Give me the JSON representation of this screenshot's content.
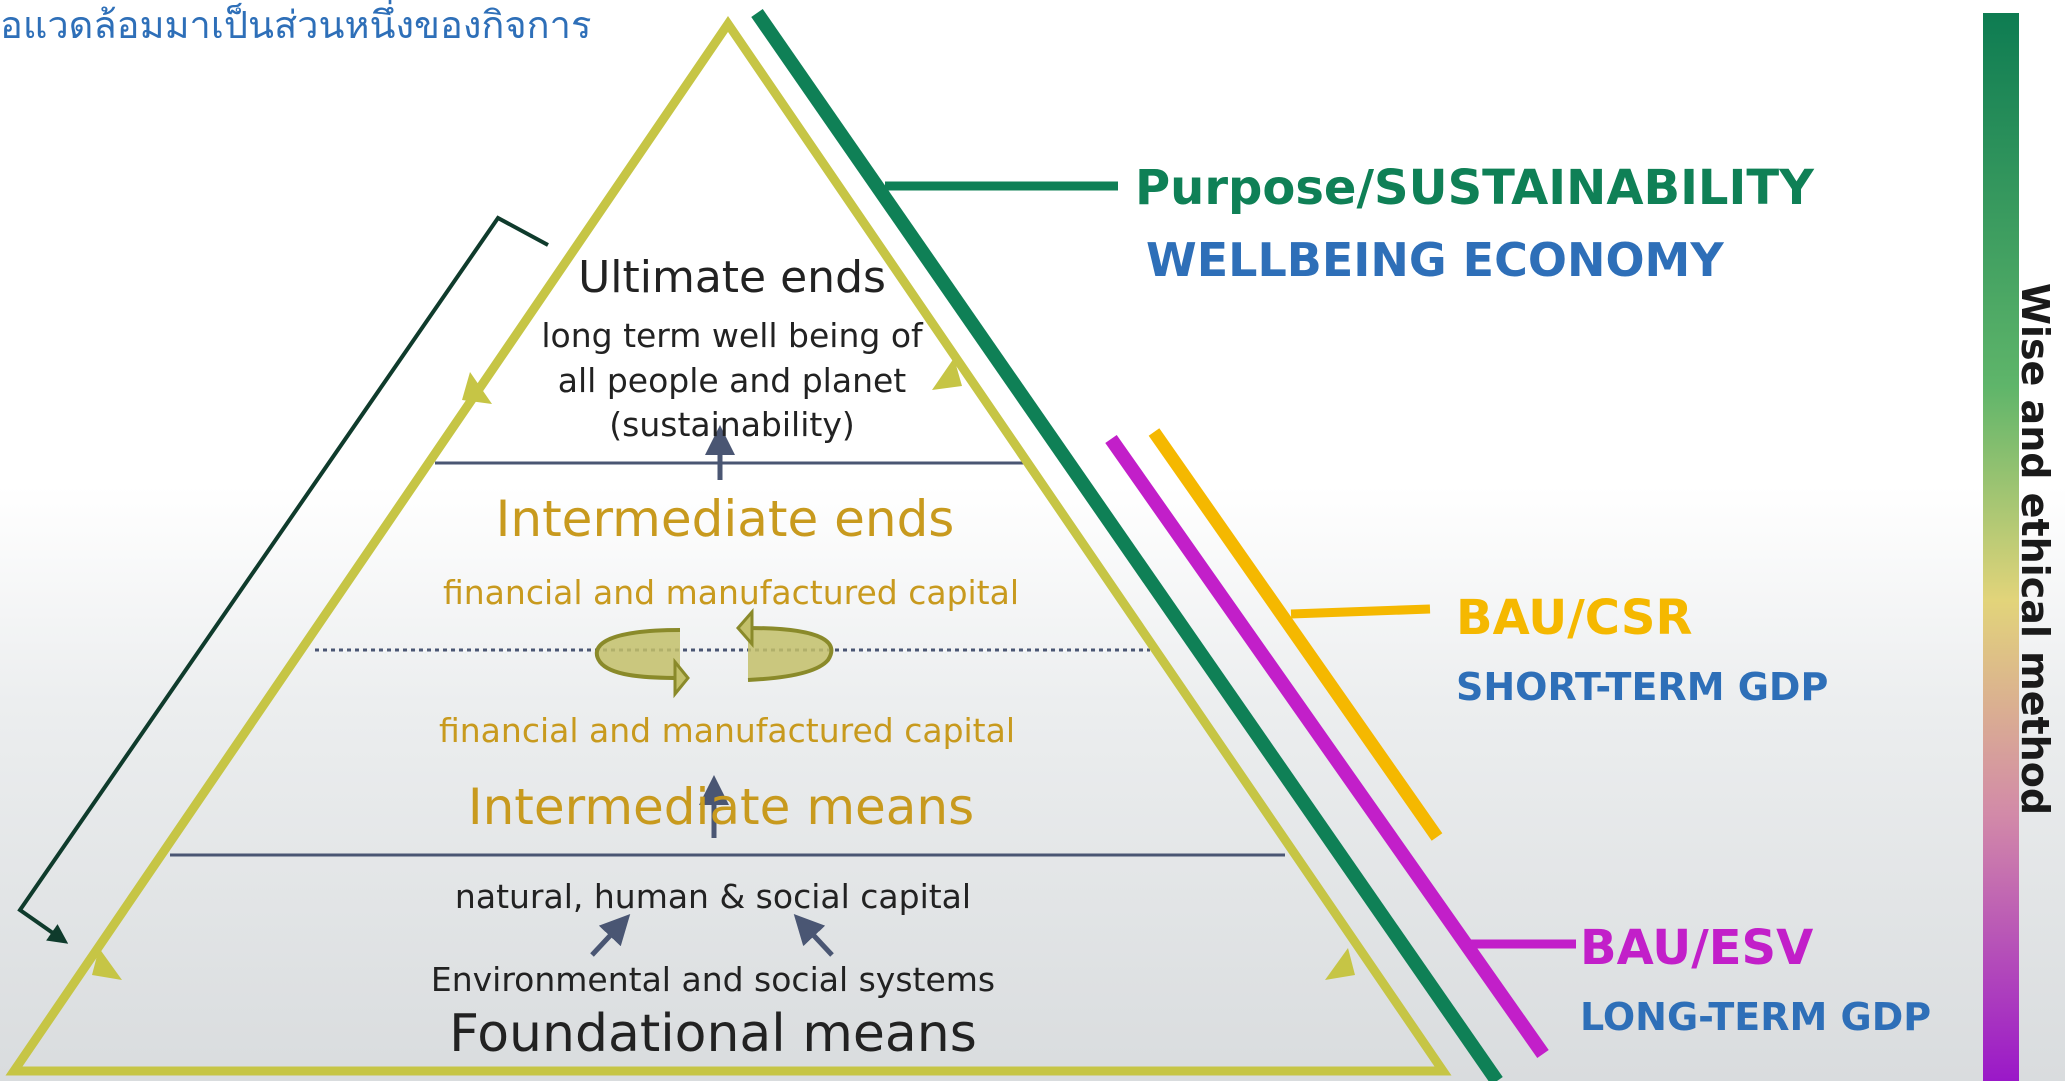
{
  "header_text": "อแวดล้อมมาเป็นส่วนหนึ่งของกิจการ",
  "levels": {
    "ultimate_ends": {
      "title": "Ultimate ends",
      "lines": [
        "long term well being of",
        "all people and planet",
        "(sustainability)"
      ]
    },
    "intermediate_ends": {
      "title": "Intermediate ends",
      "capital_upper": "financial and manufactured capital",
      "capital_lower": "financial and manufactured capital"
    },
    "intermediate_means": {
      "title": "Intermediate means",
      "capital": "natural, human & social capital"
    },
    "foundational_means": {
      "systems": "Environmental and social systems",
      "title": "Foundational means"
    }
  },
  "labels": {
    "purpose": "Purpose/SUSTAINABILITY",
    "wellbeing": "WELLBEING ECONOMY",
    "bau_csr": "BAU/CSR",
    "short_term": "SHORT-TERM GDP",
    "bau_esv": "BAU/ESV",
    "long_term": "LONG-TERM GDP"
  },
  "side_bar_label": "Wise and ethical method",
  "colors": {
    "triangle": "#c6c545",
    "green": "#0f8056",
    "blue": "#2e6fb8",
    "orange": "#f5b800",
    "magenta": "#c21fc9",
    "gold_text": "#c89a1e",
    "divider": "#4a5673",
    "bracket": "#0f3b2c"
  }
}
